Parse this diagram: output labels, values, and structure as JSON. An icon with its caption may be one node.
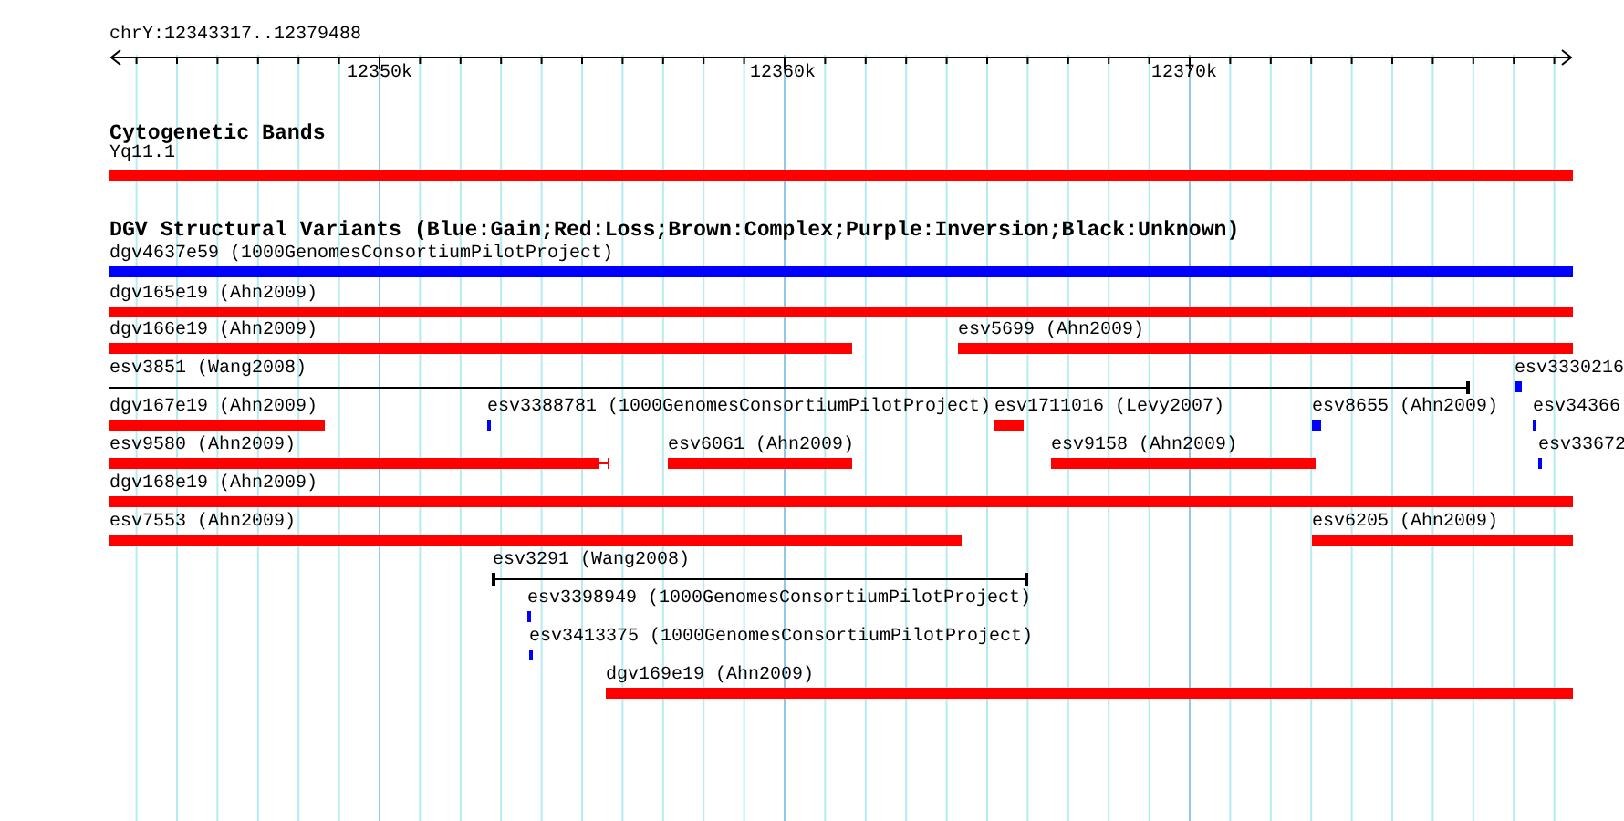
{
  "diagram": {
    "title": "chrY:12343317..12379488",
    "labels": [
      "12350k",
      "12360k",
      "12370k",
      "Cytogenetic Bands",
      "Yq11.1",
      "DGV Structural Variants (Blue:Gain;Red:Loss;Brown:Complex;Purple:Inversion;Black:Unknown)",
      "dgv4637e59 (1000GenomesConsortiumPilotProject)",
      "dgv165e19 (Ahn2009)",
      "dgv166e19 (Ahn2009)",
      "esv5699 (Ahn2009)",
      "esv3851 (Wang2008)",
      "esv3330216",
      "dgv167e19 (Ahn2009)",
      "esv3388781 (1000GenomesConsortiumPilotProject)",
      "esv1711016 (Levy2007)",
      "esv8655 (Ahn2009)",
      "esv34366",
      "esv9580 (Ahn2009)",
      "esv6061 (Ahn2009)",
      "esv9158 (Ahn2009)",
      "esv33672",
      "dgv168e19 (Ahn2009)",
      "esv7553 (Ahn2009)",
      "esv6205 (Ahn2009)",
      "esv3291 (Wang2008)",
      "esv3398949 (1000GenomesConsortiumPilotProject)",
      "esv3413375 (1000GenomesConsortiumPilotProject)",
      "dgv169e19 (Ahn2009)"
    ]
  }
}
